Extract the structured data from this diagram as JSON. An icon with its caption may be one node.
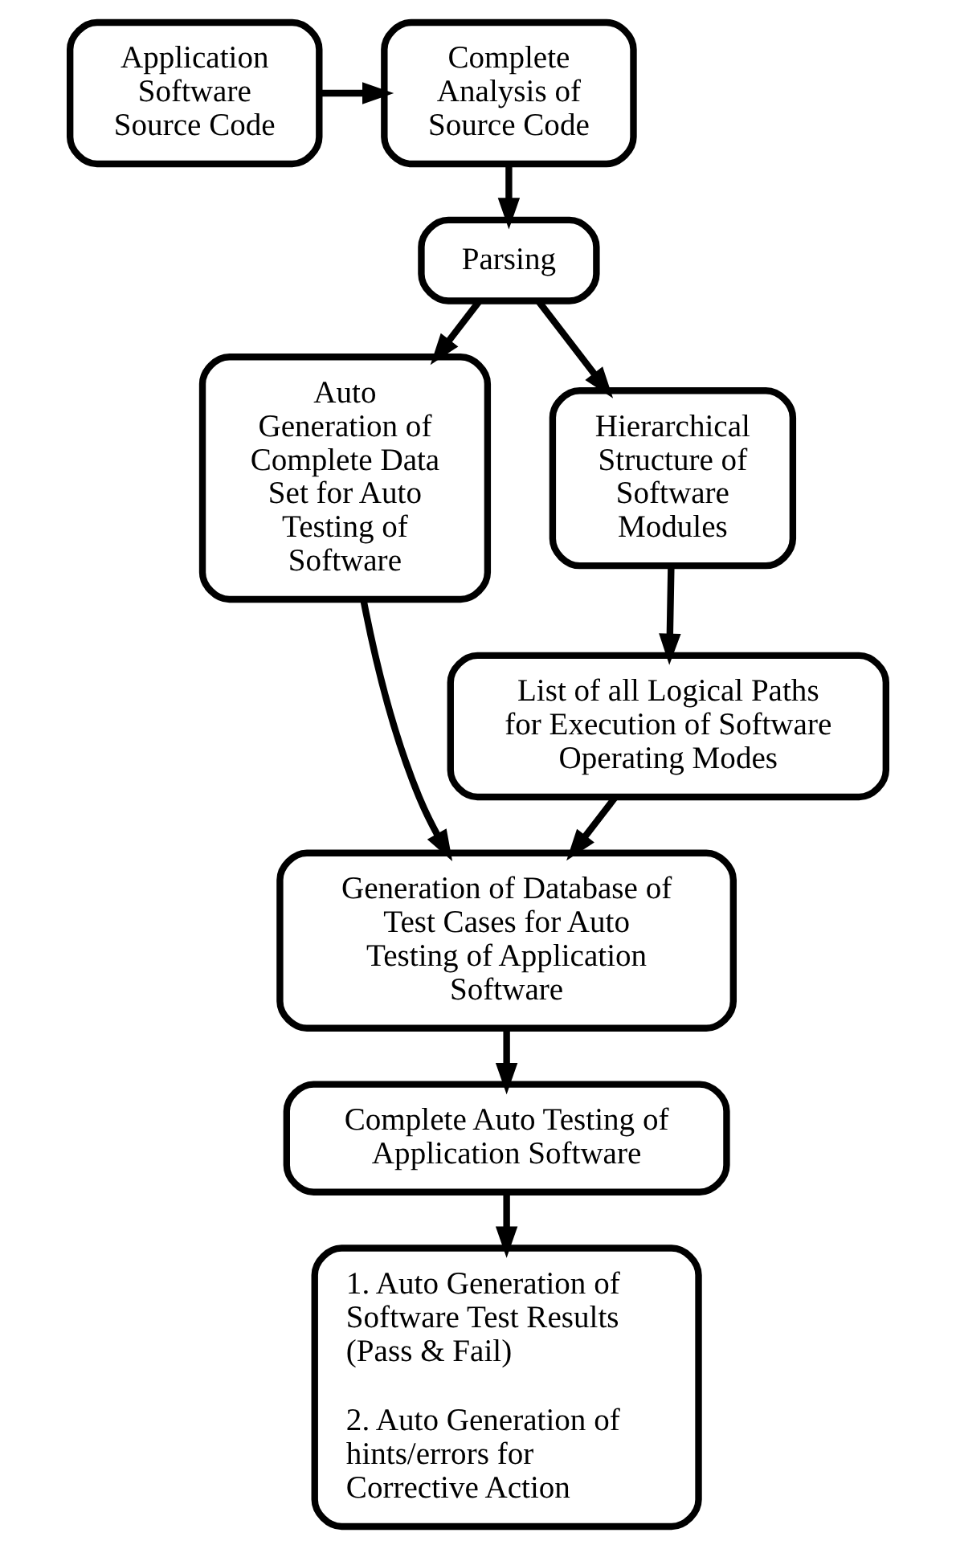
{
  "diagram": {
    "nodes": [
      {
        "text": [
          "Application Software Source Code"
        ]
      },
      {
        "text": [
          "Complete Analysis of Source Code"
        ]
      },
      {
        "text": [
          "Parsing"
        ]
      },
      {
        "text": [
          "Auto Generation of Complete Data Set for Auto Testing of Software"
        ]
      },
      {
        "text": [
          "Hierarchical Structure of Software Modules"
        ]
      },
      {
        "text": [
          "List of all Logical Paths for Execution of Software Operating Modes"
        ]
      },
      {
        "text": [
          "Generation of Database of Test Cases for Auto Testing of Application Software"
        ]
      },
      {
        "text": [
          "Complete Auto Testing of Application Software"
        ]
      },
      {
        "text": [
          "1. Auto Generation of Software Test Results (Pass & Fail)",
          "2. Auto Generation of hints/errors for Corrective Action"
        ]
      }
    ],
    "edges": [
      {
        "from": 0,
        "to": 1,
        "arrow": "to"
      },
      {
        "from": 1,
        "to": 2,
        "arrow": "to"
      },
      {
        "from": 2,
        "to": 3,
        "arrow": "to"
      },
      {
        "from": 2,
        "to": 4,
        "arrow": "to"
      },
      {
        "from": 4,
        "to": 5,
        "arrow": "to"
      },
      {
        "from": 5,
        "to": 6,
        "arrow": "to"
      },
      {
        "from": 3,
        "to": 6,
        "arrow": "to"
      },
      {
        "from": 6,
        "to": 7,
        "arrow": "to"
      },
      {
        "from": 7,
        "to": 8,
        "arrow": "to"
      }
    ]
  }
}
